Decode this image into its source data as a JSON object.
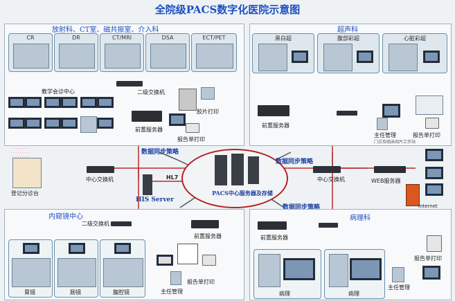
{
  "title": "全院级PACS数字化医院示意图",
  "departments": {
    "radiology": "放射科、CT室、磁共振室、介入科",
    "ultrasound": "超声科",
    "endoscopy": "内窥镜中心",
    "pathology": "病理科"
  },
  "radiology_modalities": [
    "CR",
    "DR",
    "CT/MRI",
    "DSA",
    "ECT/PET"
  ],
  "ultrasound_modalities": [
    "黑白超",
    "腹部彩超",
    "心脏彩超"
  ],
  "labels": {
    "teaching_center": "教学会诊中心",
    "secondary_switch": "二级交换机",
    "film_print": "胶片打印",
    "report_print": "报告单打印",
    "front_server": "前置服务器",
    "director": "主任管理",
    "outpatient_ws": "门诊及临床阅片工作站",
    "sync_policy": "数据同步策略",
    "center_switch": "中心交换机",
    "his_server": "HIS Server",
    "hl7": "HL7",
    "pacs_center": "PACS中心服务器及存储",
    "web_server": "WEB服务器",
    "internet": "Internet",
    "registration": "登记分诊台",
    "gastroscope": "胃镜",
    "enteroscope": "肠镜",
    "laparoscope": "腹腔镜",
    "pathology_item": "病理"
  }
}
